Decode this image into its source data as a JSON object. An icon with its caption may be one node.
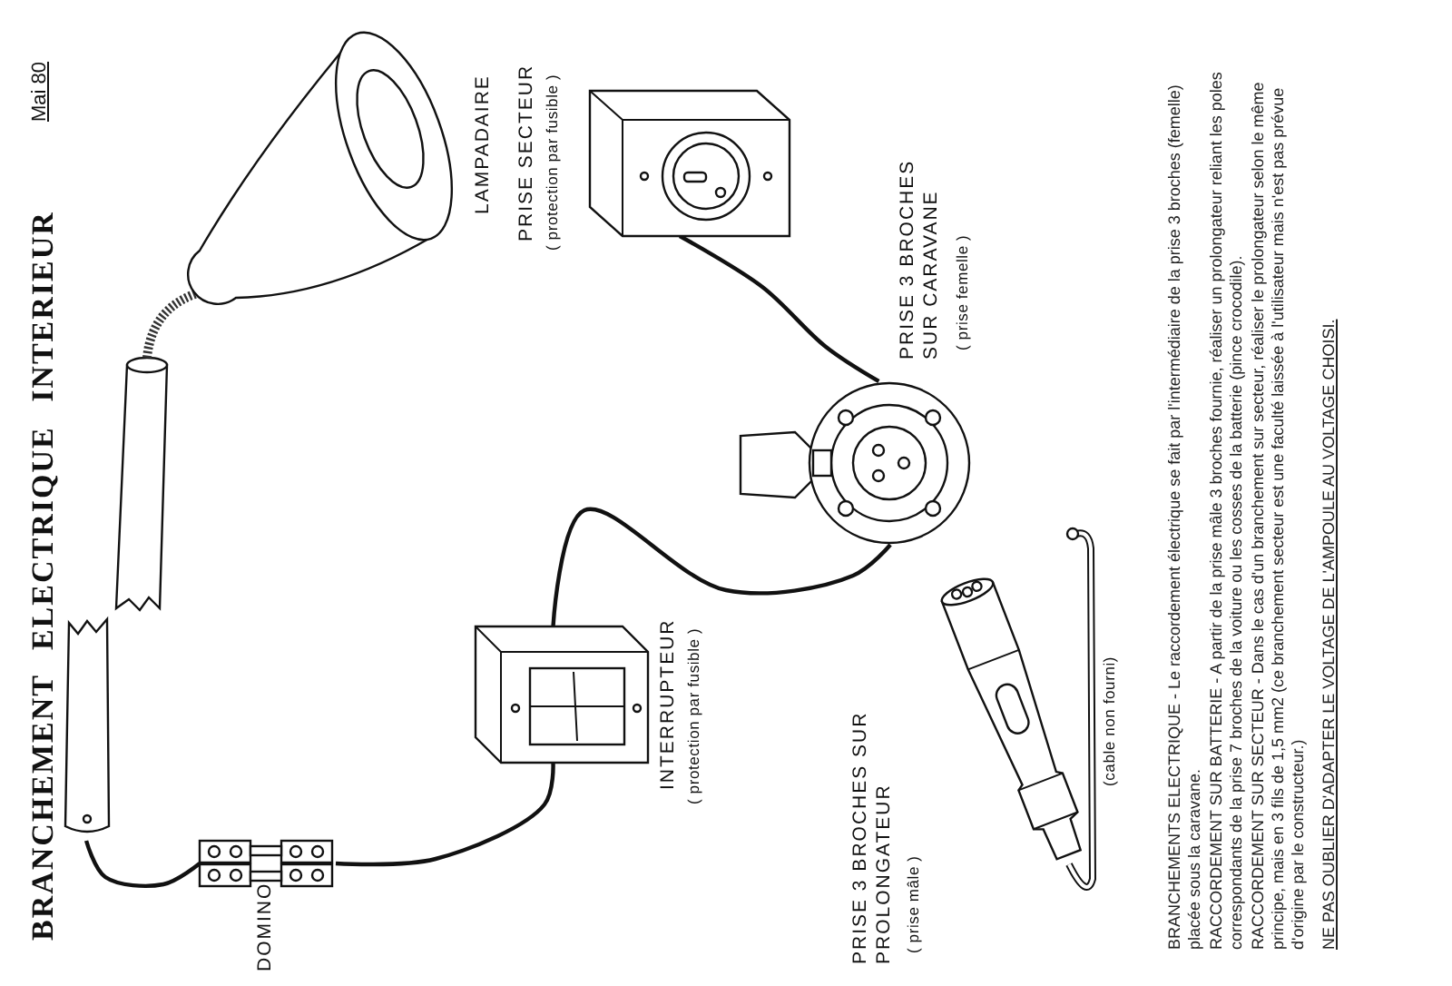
{
  "diagram": {
    "title": "BRANCHEMENT ELECTRIQUE INTERIEUR",
    "nodes": [
      {
        "text": [],
        "shape": "picture",
        "beside": [
          "LAMPADAIRE"
        ]
      },
      {
        "text": [],
        "shape": "picture",
        "beside": [
          "DOMINO"
        ]
      },
      {
        "text": [],
        "shape": "picture",
        "beside": [
          "INTERRUPTEUR",
          "( protection par fusible )"
        ]
      },
      {
        "text": [],
        "shape": "picture",
        "beside": [
          "PRISE SECTEUR",
          "( protection par fusible )"
        ]
      },
      {
        "text": [],
        "shape": "picture",
        "beside": [
          "PRISE 3 BROCHES SUR CARAVANE",
          "( prise femelle )"
        ]
      },
      {
        "text": [],
        "shape": "picture",
        "beside": [
          "PRISE 3 BROCHES SUR PROLONGATEUR",
          "( prise mâle )",
          "(cable non fourni)"
        ]
      }
    ],
    "edges": [
      {
        "from": 0,
        "to": 1,
        "arrow": "none"
      },
      {
        "from": 1,
        "to": 2,
        "arrow": "none"
      },
      {
        "from": 2,
        "to": 4,
        "arrow": "none"
      },
      {
        "from": 3,
        "to": 4,
        "arrow": "none"
      }
    ],
    "labels": [
      "Mai 80",
      "BRANCHEMENTS ELECTRIQUE - Le raccordement électrique se fait par l'intermédiaire de la prise 3 broches (femelle) placée sous la caravane.",
      "RACCORDEMENT SUR BATTERIE - A partir de la prise mâle 3 broches fournie, réaliser un prolongateur reliant les poles correspondants de la prise 7 broches de la voiture ou les cosses de la batterie (pince crocodile).",
      "RACCORDEMENT SUR SECTEUR - Dans le cas d'un branchement sur secteur, réaliser le prolongateur selon le même principe, mais en 3 fils de 1,5 mm2 (ce branchement secteur est une faculté laissée à l'utilisateur mais n'est pas prévue d'origine par le constructeur.)",
      "NE PAS OUBLIER D'ADAPTER LE VOLTAGE DE L'AMPOULE AU VOLTAGE CHOISI."
    ]
  }
}
